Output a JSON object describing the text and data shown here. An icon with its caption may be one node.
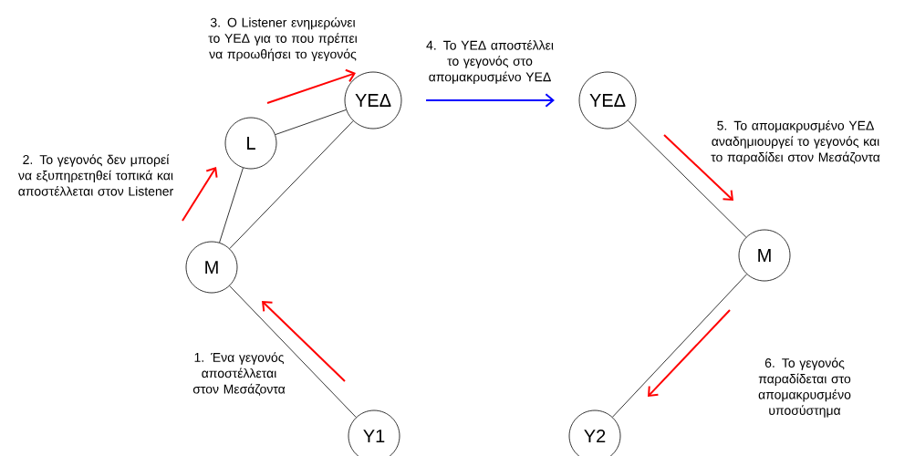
{
  "diagram": {
    "nodes": [
      {
        "text": [
          "Y1"
        ]
      },
      {
        "text": [
          "M"
        ]
      },
      {
        "text": [
          "L"
        ]
      },
      {
        "text": [
          "ΥΕΔ"
        ]
      },
      {
        "text": [
          "ΥΕΔ"
        ]
      },
      {
        "text": [
          "M"
        ]
      },
      {
        "text": [
          "Y2"
        ]
      }
    ],
    "edges": [
      {
        "from": 0,
        "to": 1,
        "arrow": "none"
      },
      {
        "from": 1,
        "to": 2,
        "arrow": "none"
      },
      {
        "from": 2,
        "to": 3,
        "arrow": "none"
      },
      {
        "from": 1,
        "to": 3,
        "arrow": "none"
      },
      {
        "from": 3,
        "to": 4,
        "arrow": "to",
        "color": "#0000ff",
        "label": "4. Το ΥΕΔ αποστέλλει το γεγονός στο απομακρυσμένο ΥΕΔ"
      },
      {
        "from": 4,
        "to": 5,
        "arrow": "none"
      },
      {
        "from": 5,
        "to": 6,
        "arrow": "none"
      }
    ],
    "labels": [
      "3. O Listener ενημερώνει το ΥΕΔ για το που πρέπει να προωθήσει το γεγονός",
      "2. Το γεγονός δεν μπορεί να εξυπηρετηθεί τοπικά και αποστέλλεται στον Listener",
      "5. Το απομακρυσμένο ΥΕΔ αναδημιουργεί το γεγονός και το παραδίδει στον Μεσάζοντα",
      "1. Ένα γεγονός αποστέλλεται στον Μεσάζοντα",
      "6. Το γεγονός παραδίδεται στο απομακρυσμένο υποσύστημα"
    ]
  }
}
